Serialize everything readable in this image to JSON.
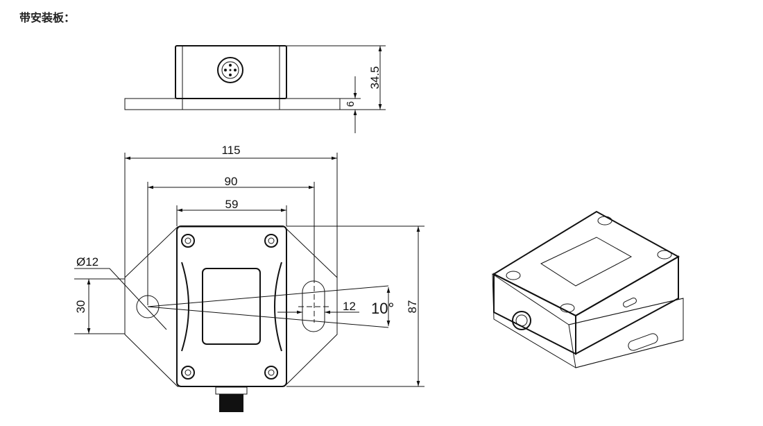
{
  "title": "带安装板：",
  "dimensions": {
    "height_total": "34.5",
    "plate_thickness": "6",
    "plate_width": "115",
    "hole_spacing": "90",
    "body_width": "59",
    "hole_diameter": "Ø12",
    "hole_offset": "30",
    "slot_width": "12",
    "slot_angle": "10°",
    "body_length": "87"
  }
}
